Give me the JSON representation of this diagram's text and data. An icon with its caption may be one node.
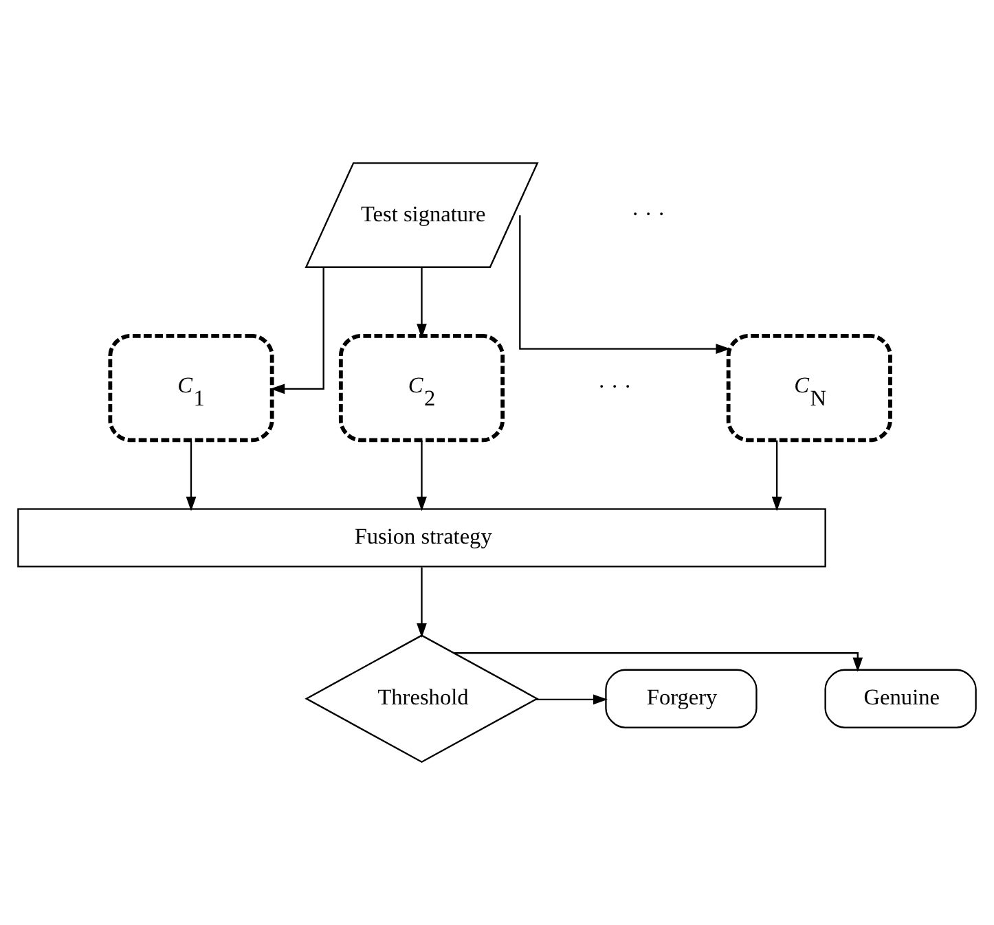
{
  "diagram": {
    "nodes": [
      {
        "text": [
          "Test signature"
        ]
      },
      {
        "text": [
          "*C*$_{1}$"
        ]
      },
      {
        "text": [
          "*C*$_{2}$"
        ]
      },
      {
        "text": [
          "*C*$_{N}$"
        ]
      },
      {
        "text": [
          "Fusion strategy"
        ]
      },
      {
        "text": [
          "Threshold"
        ]
      },
      {
        "text": [
          "Genuine"
        ]
      },
      {
        "text": [
          "Forgery"
        ]
      }
    ],
    "edges": [
      {
        "from": 0,
        "to": 1,
        "arrow": "to"
      },
      {
        "from": 0,
        "to": 2,
        "arrow": "to"
      },
      {
        "from": 0,
        "to": 3,
        "arrow": "to"
      },
      {
        "from": 1,
        "to": 4,
        "arrow": "to"
      },
      {
        "from": 2,
        "to": 4,
        "arrow": "to"
      },
      {
        "from": 3,
        "to": 4,
        "arrow": "to"
      },
      {
        "from": 4,
        "to": 5,
        "arrow": "to"
      },
      {
        "from": 5,
        "to": 6,
        "arrow": "to"
      },
      {
        "from": 5,
        "to": 7,
        "arrow": "to"
      }
    ],
    "labels": [
      "· · ·",
      "· · ·"
    ]
  }
}
